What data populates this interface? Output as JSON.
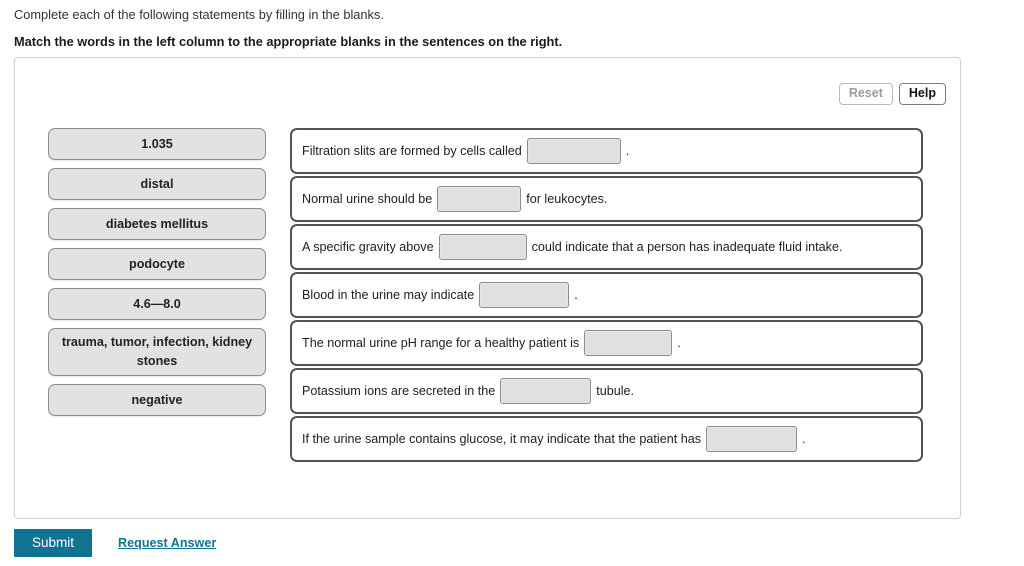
{
  "instructions": {
    "line1": "Complete each of the following statements by filling in the blanks.",
    "line2": "Match the words in the left column to the appropriate blanks in the sentences on the right."
  },
  "toolbar": {
    "reset_label": "Reset",
    "help_label": "Help"
  },
  "word_bank": {
    "items": [
      {
        "label": "1.035",
        "two_line": false
      },
      {
        "label": "distal",
        "two_line": false
      },
      {
        "label": "diabetes mellitus",
        "two_line": false
      },
      {
        "label": "podocyte",
        "two_line": false
      },
      {
        "label": "4.6—8.0",
        "two_line": false
      },
      {
        "label": "trauma, tumor, infection, kidney stones",
        "two_line": true
      },
      {
        "label": "negative",
        "two_line": false
      }
    ]
  },
  "sentences": [
    {
      "before": "Filtration slits are formed by cells called",
      "blank_width": 94,
      "after": "."
    },
    {
      "before": "Normal urine should be",
      "blank_width": 84,
      "after": "for leukocytes."
    },
    {
      "before": "A specific gravity above",
      "blank_width": 88,
      "after": "could indicate that a person has inadequate fluid intake."
    },
    {
      "before": "Blood in the urine may indicate",
      "blank_width": 90,
      "after": "."
    },
    {
      "before": "The normal urine pH range for a healthy patient is",
      "blank_width": 88,
      "after": "."
    },
    {
      "before": "Potassium ions are secreted in the",
      "blank_width": 91,
      "after": "tubule."
    },
    {
      "before": "If the urine sample contains glucose, it may indicate that the patient has",
      "blank_width": 91,
      "after": "."
    }
  ],
  "footer": {
    "submit_label": "Submit",
    "request_answer_label": "Request Answer"
  },
  "colors": {
    "accent": "#0f7391",
    "tile_fill": "#e2e2e2",
    "tile_border": "#8b8b9c",
    "sentence_border": "#4f565c",
    "panel_border": "#d2d2d2"
  }
}
